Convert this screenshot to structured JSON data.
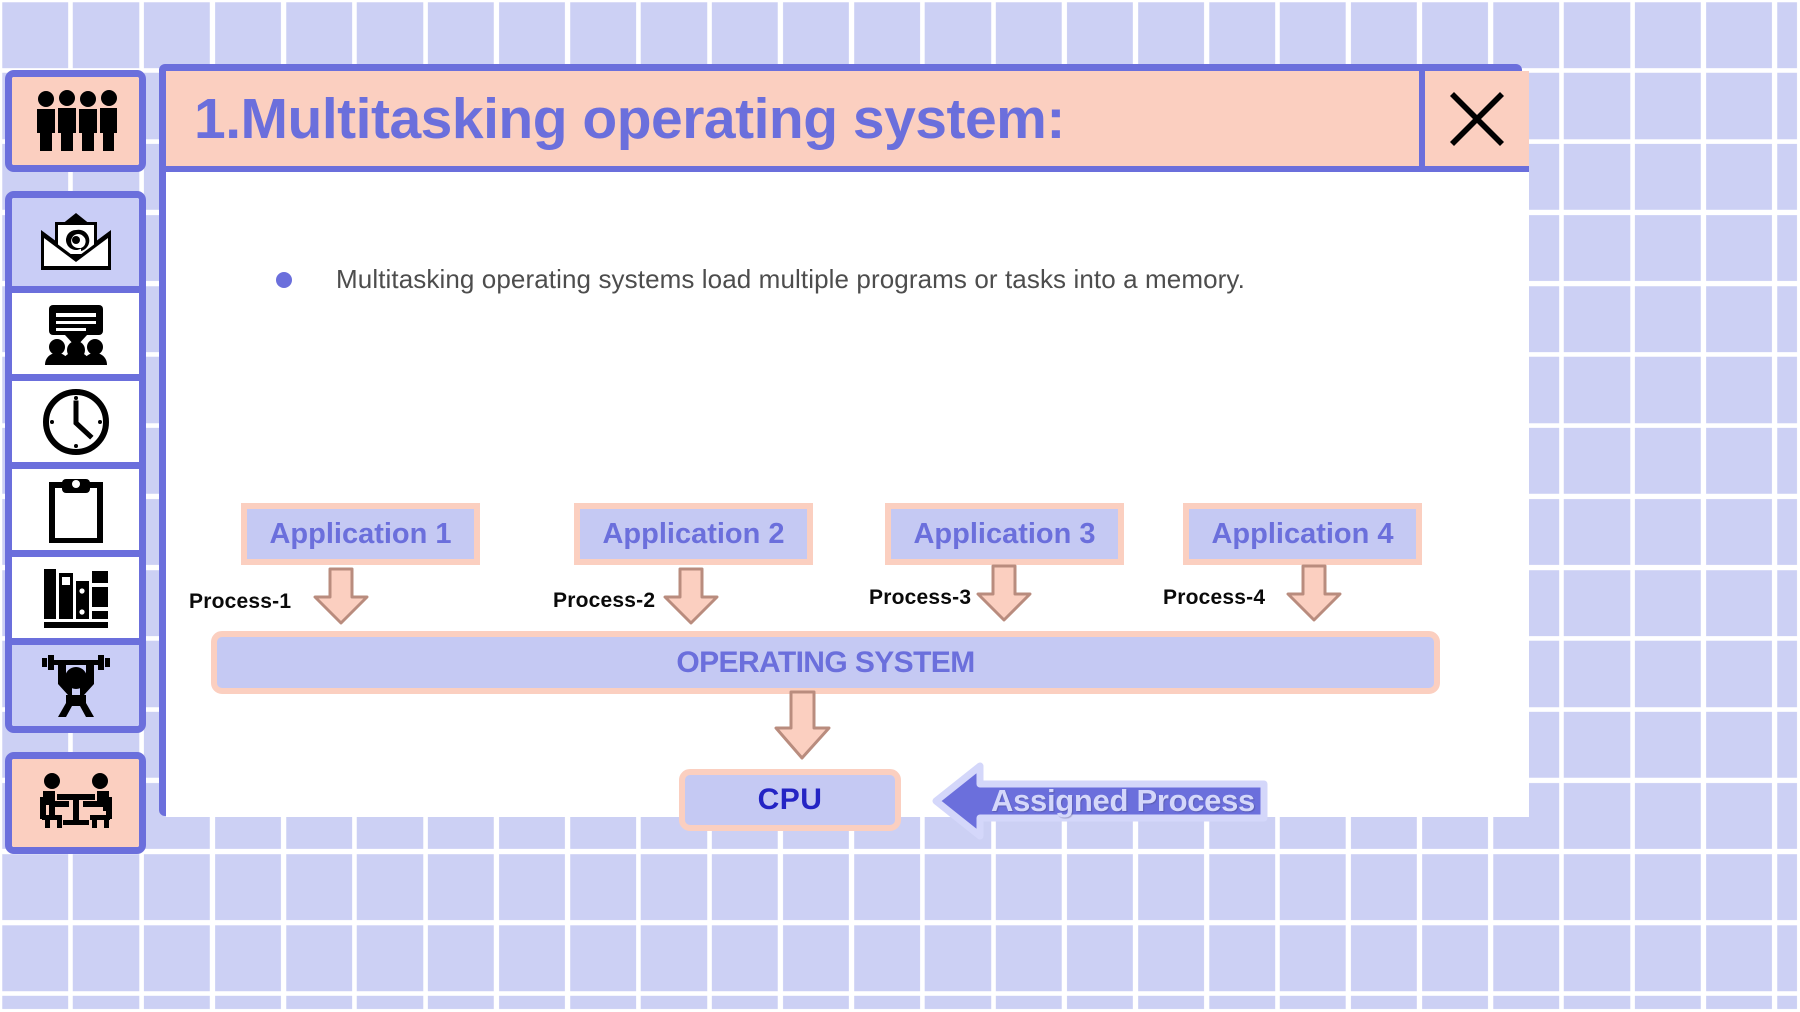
{
  "background": {
    "color": "#ccd0f4",
    "grid_line_color": "#ffffff"
  },
  "palette": {
    "periwinkle": "#6b6fdc",
    "lavender_fill": "#c5c9f3",
    "peach": "#fbcfc0",
    "white": "#ffffff",
    "text_dark_blue": "#2424c4",
    "body_text": "#4d4d4d"
  },
  "sidebar": {
    "groups": [
      {
        "items": [
          {
            "icon": "people-group-icon",
            "bg": "peach",
            "label": "People group"
          }
        ]
      },
      {
        "items": [
          {
            "icon": "email-envelope-icon",
            "bg": "lavender",
            "label": "Email"
          },
          {
            "icon": "speech-bubble-people-icon",
            "bg": "white",
            "label": "Discussion"
          },
          {
            "icon": "clock-icon",
            "bg": "white",
            "label": "Clock"
          },
          {
            "icon": "clipboard-icon",
            "bg": "white",
            "label": "Clipboard"
          },
          {
            "icon": "books-icon",
            "bg": "white",
            "label": "Library"
          },
          {
            "icon": "weightlifter-icon",
            "bg": "lavender",
            "label": "Fitness"
          }
        ]
      },
      {
        "items": [
          {
            "icon": "meeting-table-icon",
            "bg": "peach",
            "label": "Meeting"
          }
        ]
      }
    ]
  },
  "slide": {
    "title": "1.Multitasking operating system:",
    "close_icon": "close-x-icon",
    "bullets": [
      "Multitasking operating systems load multiple programs or tasks into a memory."
    ],
    "diagram": {
      "applications": [
        {
          "label": "Application 1",
          "process": "Process-1"
        },
        {
          "label": "Application 2",
          "process": "Process-2"
        },
        {
          "label": "Application 3",
          "process": "Process-3"
        },
        {
          "label": "Application 4",
          "process": "Process-4"
        }
      ],
      "os_bar_label": "OPERATING SYSTEM",
      "cpu_label": "CPU",
      "assigned_process_label": "Assigned Process"
    }
  }
}
